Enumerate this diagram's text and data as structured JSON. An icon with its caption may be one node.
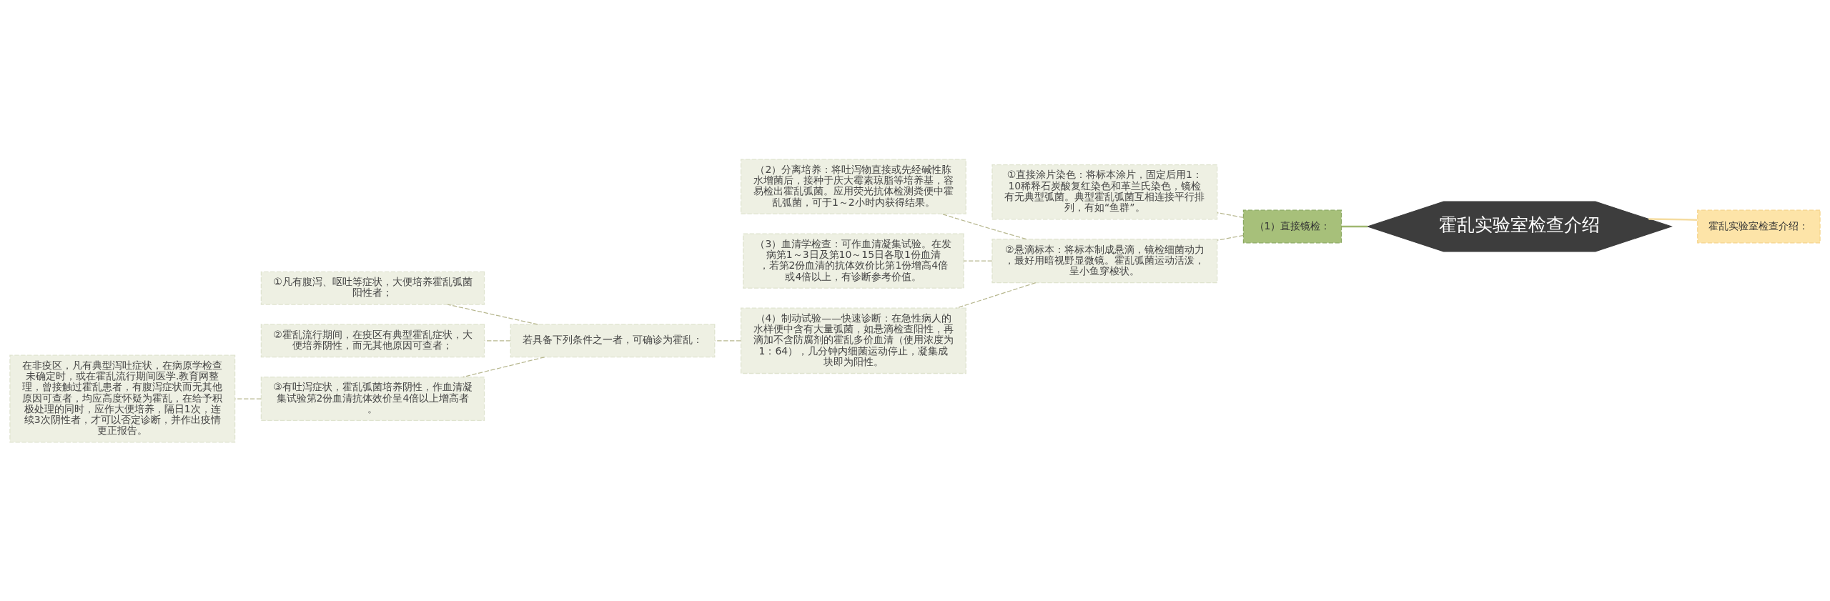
{
  "diagram": {
    "nodes": [
      {
        "text": [
          "霍乱实验室检查介绍"
        ]
      },
      {
        "text": [
          "（1）直接镜检："
        ]
      },
      {
        "text": [
          "①直接涂片染色：将标本涂片，固定后用1：10稀释石炭酸复红染色和革兰氏染色，镜检有无典型弧菌。典型霍乱弧菌互相连接平行排列，有如“鱼群”。"
        ]
      },
      {
        "text": [
          "②悬滴标本：将标本制成悬滴，镜检细菌动力，最好用暗视野显微镜。霍乱弧菌运动活泼，呈小鱼穿梭状。"
        ]
      },
      {
        "text": [
          "（2）分离培养：将吐泻物直接或先经碱性胨水增菌后，接种于庆大霉素琼脂等培养基，容易检出霍乱弧菌。应用荧光抗体检测粪便中霍乱弧菌，可于1～2小时内获得结果。"
        ]
      },
      {
        "text": [
          "（3）血清学检查：可作血清凝集试验。在发病第1～3日及第10～15日各取1份血清，若第2份血清的抗体效价比第1份增高4倍或4倍以上，有诊断参考价值。"
        ]
      },
      {
        "text": [
          "（4）制动试验——快速诊断：在急性病人的水样便中含有大量弧菌，如悬滴检查阳性，再滴加不含防腐剂的霍乱多价血清（使用浓度为1：64），几分钟内细菌运动停止，凝集成块即为阳性。"
        ]
      },
      {
        "text": [
          "若具备下列条件之一者，可确诊为霍乱："
        ]
      },
      {
        "text": [
          "①凡有腹泻、呕吐等症状，大便培养霍乱弧菌阳性者；"
        ]
      },
      {
        "text": [
          "②霍乱流行期间，在疫区有典型霍乱症状，大便培养阴性，而无其他原因可查者；"
        ]
      },
      {
        "text": [
          "③有吐泻症状，霍乱弧菌培养阴性，作血清凝集试验第2份血清抗体效价呈4倍以上增高者。"
        ]
      },
      {
        "text": [
          "在非疫区，凡有典型泻吐症状，在病原学检查未确定时，或在霍乱流行期间医学.教育网整理，曾接触过霍乱患者，有腹泻症状而无其他原因可查者，均应高度怀疑为霍乱，在给予积极处理的同时，应作大便培养，隔日1次，连续3次阴性者，才可以否定诊断，并作出疫情更正报告。"
        ]
      },
      {
        "text": [
          "霍乱实验室检查介绍："
        ]
      }
    ],
    "edges": [
      {
        "from": 0,
        "to": 12,
        "arrow": "none",
        "color": "#f5dca0"
      },
      {
        "from": 0,
        "to": 1,
        "arrow": "none",
        "color": "#a0b870"
      },
      {
        "from": 1,
        "to": 2,
        "arrow": "none",
        "style": "dashed"
      },
      {
        "from": 1,
        "to": 3,
        "arrow": "none",
        "style": "dashed"
      },
      {
        "from": 3,
        "to": 4,
        "arrow": "none",
        "style": "dashed"
      },
      {
        "from": 3,
        "to": 5,
        "arrow": "none",
        "style": "dashed"
      },
      {
        "from": 3,
        "to": 6,
        "arrow": "none",
        "style": "dashed"
      },
      {
        "from": 6,
        "to": 7,
        "arrow": "none",
        "style": "dashed"
      },
      {
        "from": 7,
        "to": 8,
        "arrow": "none",
        "style": "dashed"
      },
      {
        "from": 7,
        "to": 9,
        "arrow": "none",
        "style": "dashed"
      },
      {
        "from": 7,
        "to": 10,
        "arrow": "none",
        "style": "dashed"
      },
      {
        "from": 10,
        "to": 11,
        "arrow": "none",
        "style": "dashed"
      }
    ]
  }
}
